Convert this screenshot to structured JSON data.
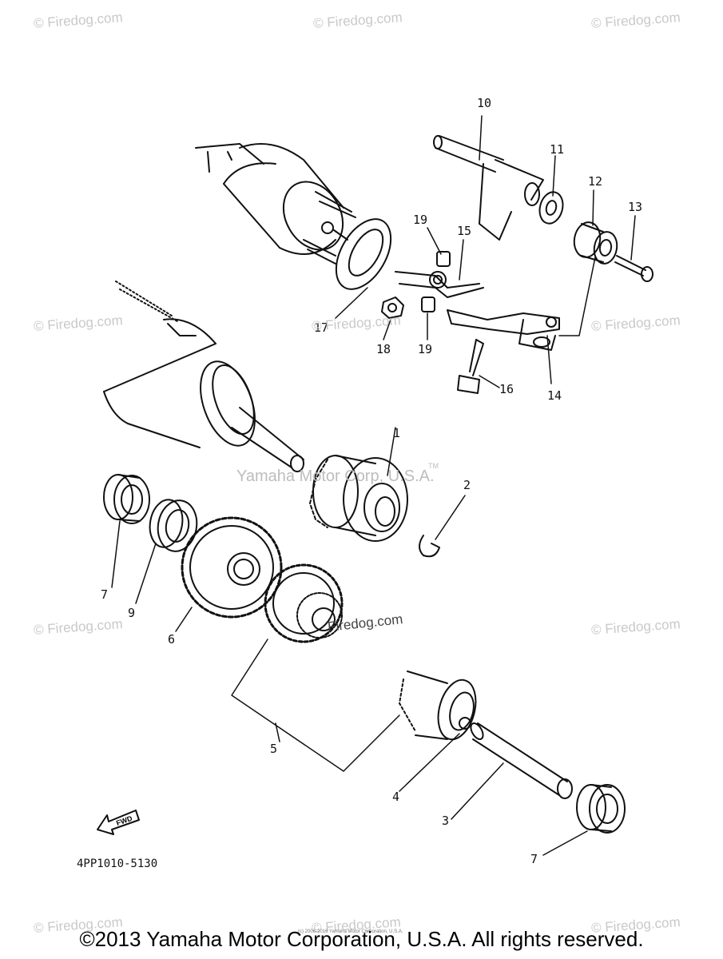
{
  "watermarks": {
    "site": "© Firedog.com",
    "center": "Yamaha Motor Corp, U.S.A.",
    "center_tm": "TM",
    "inline": "Firedog.com"
  },
  "callouts": [
    "1",
    "2",
    "3",
    "4",
    "5",
    "6",
    "7",
    "9",
    "7",
    "10",
    "11",
    "12",
    "13",
    "14",
    "15",
    "16",
    "17",
    "18",
    "19",
    "19"
  ],
  "fwd_label": "FWD",
  "catalog_code": "4PP1010-5130",
  "small_footer": "(c) 2006-2016 Yamaha Motor Corporation, U.S.A.",
  "copyright": "©2013 Yamaha Motor Corporation, U.S.A. All rights reserved."
}
